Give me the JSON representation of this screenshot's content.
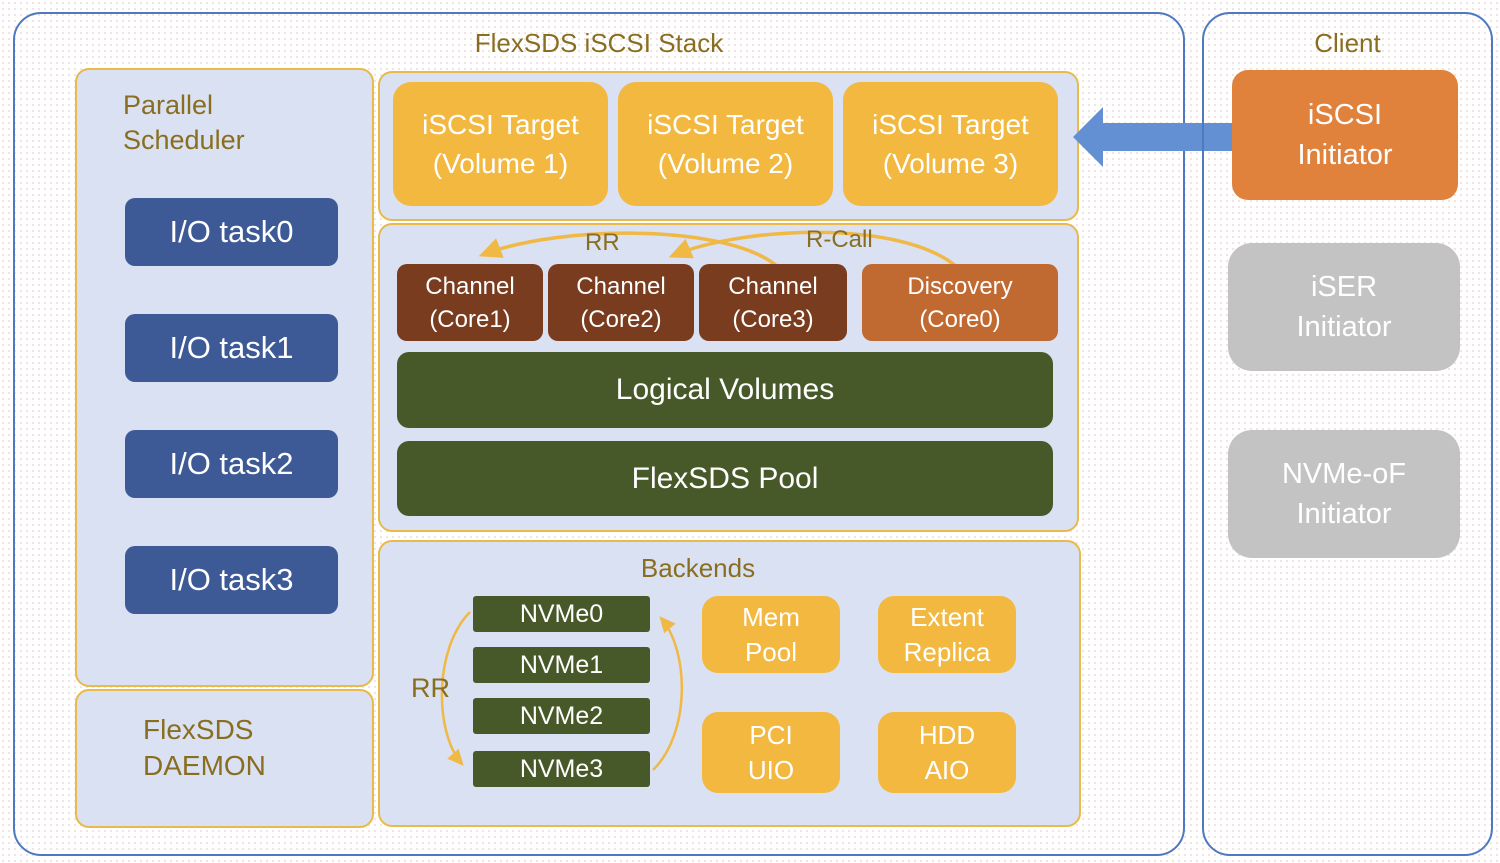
{
  "stack_panel": {
    "title": "FlexSDS iSCSI Stack",
    "scheduler": {
      "title_line1": "Parallel",
      "title_line2": "Scheduler",
      "tasks": [
        "I/O task0",
        "I/O task1",
        "I/O task2",
        "I/O task3"
      ]
    },
    "daemon": {
      "line1": "FlexSDS",
      "line2": "DAEMON"
    },
    "targets": [
      {
        "line1": "iSCSI Target",
        "line2": "(Volume 1)"
      },
      {
        "line1": "iSCSI Target",
        "line2": "(Volume 2)"
      },
      {
        "line1": "iSCSI Target",
        "line2": "(Volume 3)"
      }
    ],
    "channel_section": {
      "rr_label": "RR",
      "rcall_label": "R-Call",
      "channels": [
        {
          "line1": "Channel",
          "line2": "(Core1)"
        },
        {
          "line1": "Channel",
          "line2": "(Core2)"
        },
        {
          "line1": "Channel",
          "line2": "(Core3)"
        },
        {
          "line1": "Discovery",
          "line2": "(Core0)"
        }
      ],
      "logical_volumes": "Logical Volumes",
      "pool": "FlexSDS Pool"
    },
    "backends": {
      "title": "Backends",
      "rr_label": "RR",
      "nvme": [
        "NVMe0",
        "NVMe1",
        "NVMe2",
        "NVMe3"
      ],
      "modules": [
        {
          "line1": "Mem",
          "line2": "Pool"
        },
        {
          "line1": "Extent",
          "line2": "Replica"
        },
        {
          "line1": "PCI",
          "line2": "UIO"
        },
        {
          "line1": "HDD",
          "line2": "AIO"
        }
      ]
    }
  },
  "client_panel": {
    "title": "Client",
    "initiators": [
      {
        "line1": "iSCSI",
        "line2": "Initiator"
      },
      {
        "line1": "iSER",
        "line2": "Initiator"
      },
      {
        "line1": "NVMe-oF",
        "line2": "Initiator"
      }
    ]
  },
  "colors": {
    "panel_border": "#4e79c0",
    "container_fill": "#d9e1f2",
    "container_border": "#e9b94a",
    "gold_text": "#8a6e20",
    "task_blue": "#3d5a97",
    "yellow": "#f2b840",
    "brown": "#7a3c1e",
    "orange_brown": "#c06a32",
    "green": "#485929",
    "gray": "#c3c3c3",
    "orange": "#e0813c",
    "arc": "#f0b845",
    "arrow_blue": "#6290d3"
  }
}
